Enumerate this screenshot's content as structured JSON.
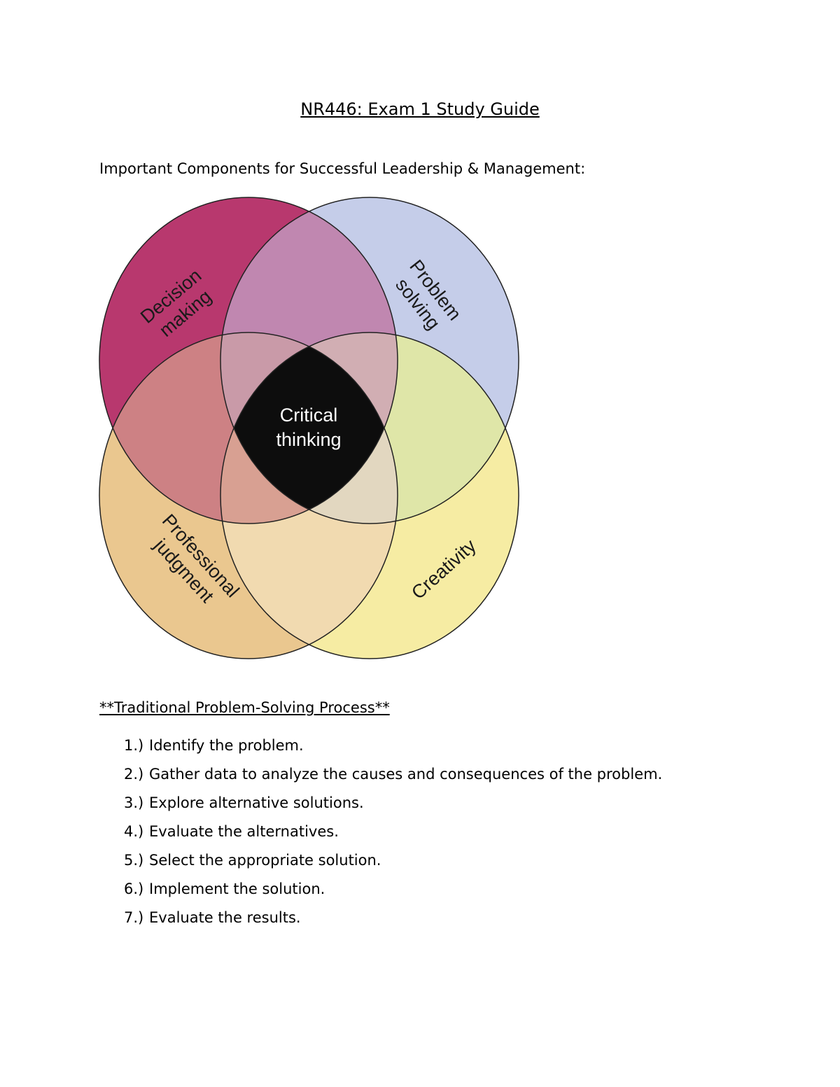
{
  "title": "NR446: Exam 1 Study Guide",
  "subheading": "Important Components for Successful Leadership & Management:",
  "diagram": {
    "labels": {
      "decision_making": [
        "Decision",
        "making"
      ],
      "problem_solving": [
        "Problem",
        "solving"
      ],
      "professional_judgment": [
        "Professional",
        "judgment"
      ],
      "creativity": "Creativity",
      "center": [
        "Critical",
        "thinking"
      ]
    },
    "colors": {
      "decision_making": "#b8386e",
      "problem_solving": "#c5cde9",
      "professional_judgment": "#eac78f",
      "creativity": "#f6eca3",
      "center": "#0d0d0d"
    }
  },
  "process_heading": "**Traditional Problem-Solving Process**",
  "steps": [
    {
      "num": "1.)",
      "text": "Identify the problem."
    },
    {
      "num": "2.)",
      "text": "Gather data to analyze the causes and consequences of the problem."
    },
    {
      "num": "3.)",
      "text": "Explore alternative solutions."
    },
    {
      "num": "4.)",
      "text": "Evaluate the alternatives."
    },
    {
      "num": "5.)",
      "text": "Select the appropriate solution."
    },
    {
      "num": "6.)",
      "text": "Implement the solution."
    },
    {
      "num": "7.)",
      "text": "Evaluate the results."
    }
  ]
}
